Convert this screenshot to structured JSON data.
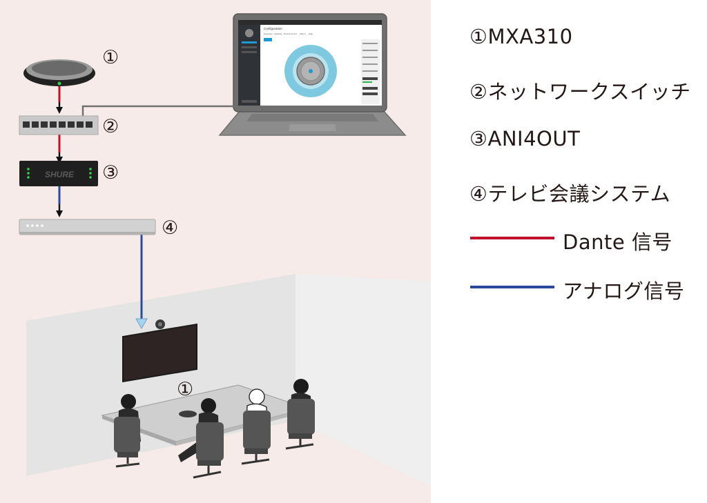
{
  "legend": {
    "items": [
      "①MXA310",
      "②ネットワークスイッチ",
      "③ANI4OUT",
      "④テレビ会議システム"
    ],
    "dante": {
      "label": "Dante 信号",
      "color": "#c0102b"
    },
    "analog": {
      "label": "アナログ信号",
      "color": "#2a4a9c"
    }
  },
  "markers": {
    "one": "①",
    "two": "②",
    "three": "③",
    "four": "④"
  },
  "device": {
    "brand": "SHURE"
  },
  "laptop_screen": {
    "title": "Configuration",
    "tabs": [
      "Overview",
      "Labeling",
      "Device control",
      "Admin",
      "Help"
    ]
  },
  "colors": {
    "background_panel": "#f6ebe8",
    "device_dark": "#1f1f1f",
    "switch_gray": "#c9c9c9"
  }
}
